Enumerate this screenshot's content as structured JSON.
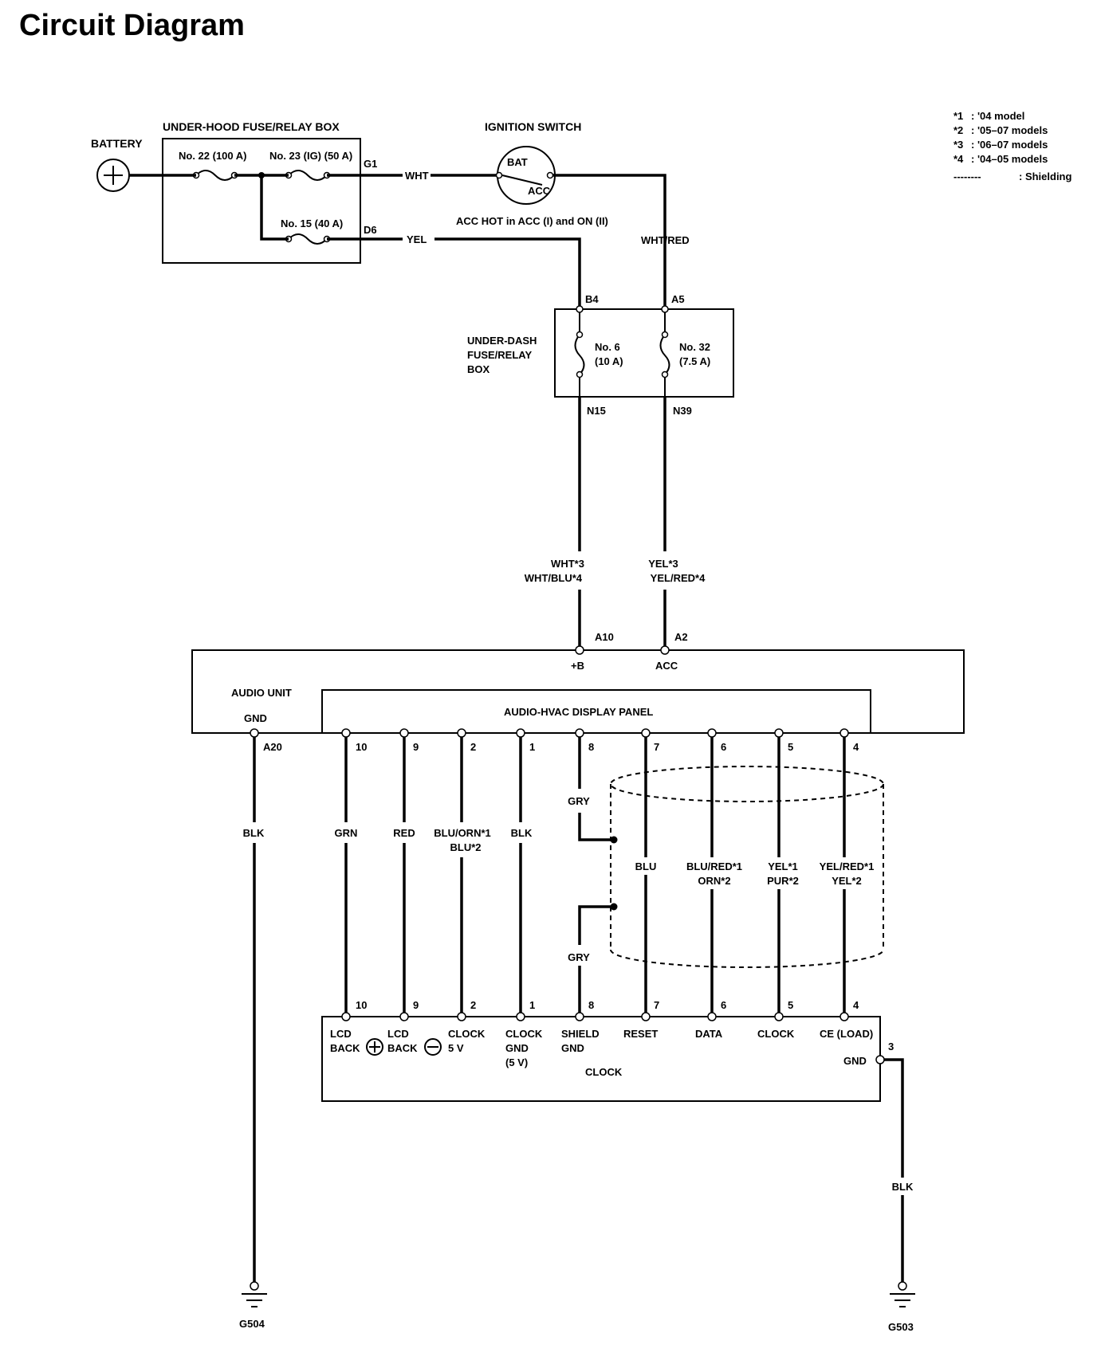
{
  "title": "Circuit Diagram",
  "legend": [
    {
      "key": "*1",
      "text": ": '04 model"
    },
    {
      "key": "*2",
      "text": ": '05–07 models"
    },
    {
      "key": "*3",
      "text": ": '06–07 models"
    },
    {
      "key": "*4",
      "text": ": '04–05 models"
    },
    {
      "key": "--------",
      "text": ": Shielding"
    }
  ],
  "battery": {
    "label": "BATTERY"
  },
  "underhood_box": {
    "label": "UNDER-HOOD FUSE/RELAY BOX",
    "fuse22": "No. 22 (100 A)",
    "fuse23": "No. 23 (IG) (50 A)",
    "fuse15": "No. 15 (40 A)",
    "pin_g1": "G1",
    "pin_d6": "D6"
  },
  "ignition": {
    "label": "IGNITION SWITCH",
    "bat": "BAT",
    "acc": "ACC",
    "note": "ACC HOT in ACC (I) and ON (II)"
  },
  "wires_top": {
    "wht": "WHT",
    "yel": "YEL",
    "wht_red": "WHT/RED"
  },
  "underdash_box": {
    "label_line1": "UNDER-DASH",
    "label_line2": "FUSE/RELAY",
    "label_line3": "BOX",
    "pin_b4": "B4",
    "pin_a5": "A5",
    "fuse6_line1": "No. 6",
    "fuse6_line2": "(10 A)",
    "fuse32_line1": "No. 32",
    "fuse32_line2": "(7.5 A)",
    "pin_n15": "N15",
    "pin_n39": "N39"
  },
  "wires_mid": {
    "left_line1": "WHT*3",
    "left_line2": "WHT/BLU*4",
    "right_line1": "YEL*3",
    "right_line2": "YEL/RED*4"
  },
  "audio_unit": {
    "label": "AUDIO UNIT",
    "gnd": "GND",
    "pin_a20": "A20",
    "pin_a10": "A10",
    "pin_a2": "A2",
    "plus_b": "+B",
    "acc": "ACC",
    "panel_label": "AUDIO-HVAC DISPLAY PANEL"
  },
  "connector_pins": [
    "10",
    "9",
    "2",
    "1",
    "8",
    "7",
    "6",
    "5",
    "4"
  ],
  "wire_colors": {
    "blk_gnd": "BLK",
    "grn": "GRN",
    "red": "RED",
    "blu_orn_1": "BLU/ORN*1",
    "blu_orn_2": "BLU*2",
    "blk": "BLK",
    "gry_top": "GRY",
    "gry_bottom": "GRY",
    "blu": "BLU",
    "blu_red_1": "BLU/RED*1",
    "blu_red_2": "ORN*2",
    "yel_1": "YEL*1",
    "yel_2": "PUR*2",
    "yel_red_1": "YEL/RED*1",
    "yel_red_2": "YEL*2",
    "blk_clock_gnd": "BLK"
  },
  "clock": {
    "label": "CLOCK",
    "lcd_back_plus_1": "LCD",
    "lcd_back_plus_2": "BACK",
    "lcd_back_minus_1": "LCD",
    "lcd_back_minus_2": "BACK",
    "clock5v_1": "CLOCK",
    "clock5v_2": "5 V",
    "clockgnd_1": "CLOCK",
    "clockgnd_2": "GND",
    "clockgnd_3": "(5 V)",
    "shield_1": "SHIELD",
    "shield_2": "GND",
    "reset": "RESET",
    "data": "DATA",
    "clk": "CLOCK",
    "ce": "CE (LOAD)",
    "gnd": "GND",
    "pin3": "3"
  },
  "grounds": {
    "g504": "G504",
    "g503": "G503"
  }
}
